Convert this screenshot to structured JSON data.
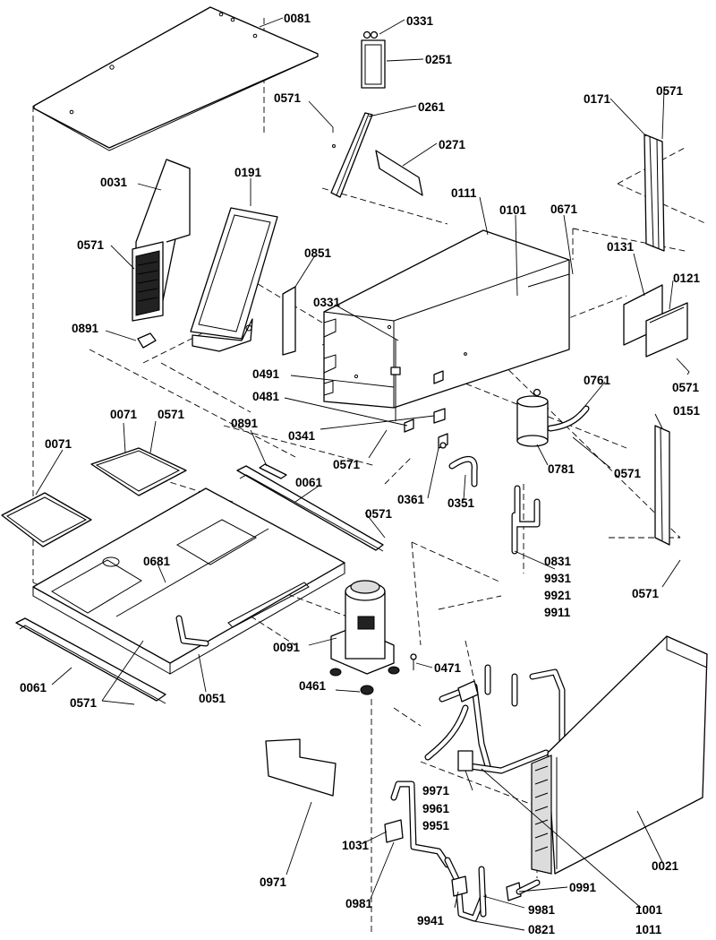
{
  "labels": {
    "l0081": "0081",
    "l0331a": "0331",
    "l0251": "0251",
    "l0571a": "0571",
    "l0261": "0261",
    "l0171": "0171",
    "l0571b": "0571",
    "l0271": "0271",
    "l0031": "0031",
    "l0191": "0191",
    "l0111": "0111",
    "l0101": "0101",
    "l0671": "0671",
    "l0571c": "0571",
    "l0851": "0851",
    "l0131": "0131",
    "l0121": "0121",
    "l0331b": "0331",
    "l0891a": "0891",
    "l0491": "0491",
    "l0481": "0481",
    "l0571d": "0571",
    "l0761": "0761",
    "l0341": "0341",
    "l0071a": "0071",
    "l0571e": "0571",
    "l0891b": "0891",
    "l0151": "0151",
    "l0071b": "0071",
    "l0571f": "0571",
    "l0781": "0781",
    "l0571g": "0571",
    "l0061a": "0061",
    "l0361": "0361",
    "l0351": "0351",
    "l0571h": "0571",
    "l0681": "0681",
    "l0831": "0831",
    "l9931": "9931",
    "l9921": "9921",
    "l9911": "9911",
    "l0571i": "0571",
    "l0091": "0091",
    "l0471": "0471",
    "l0461": "0461",
    "l0061b": "0061",
    "l0051": "0051",
    "l0571j": "0571",
    "l9971": "9971",
    "l9961": "9961",
    "l9951": "9951",
    "l0021": "0021",
    "l1031": "1031",
    "l0971": "0971",
    "l0981": "0981",
    "l0991": "0991",
    "l9941": "9941",
    "l9981": "9981",
    "l0821": "0821",
    "l1001": "1001",
    "l1011": "1011"
  }
}
